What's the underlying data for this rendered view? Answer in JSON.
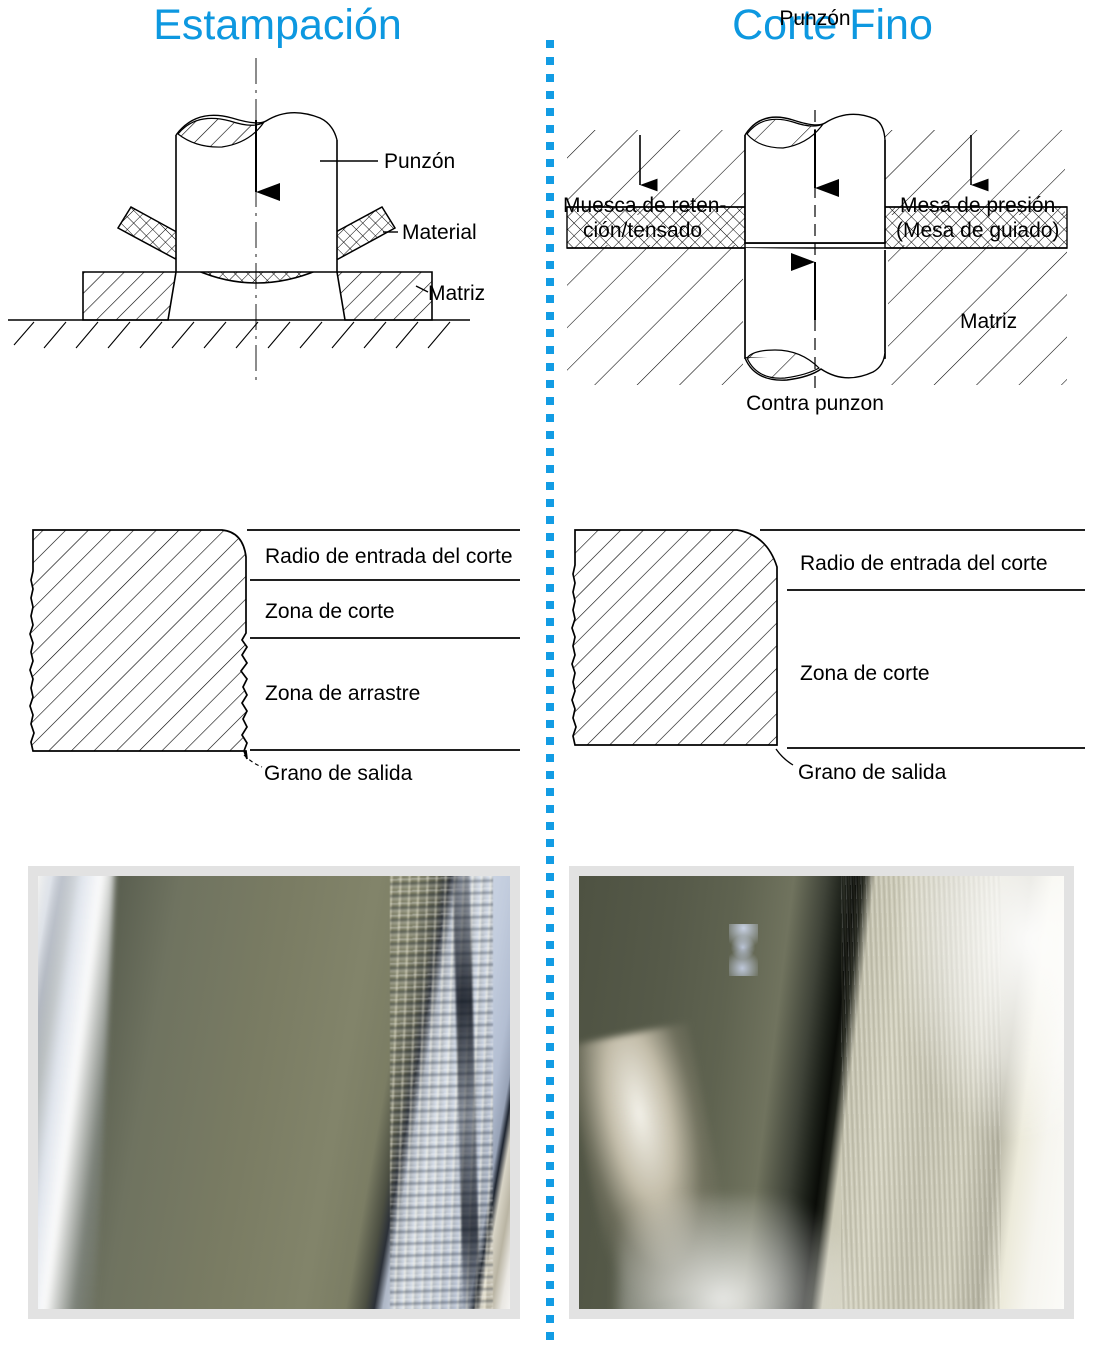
{
  "left": {
    "title": "Estampación",
    "process_diagram": {
      "labels": {
        "punch": "Punzón",
        "material": "Material",
        "die": "Matriz"
      }
    },
    "edge_profile": {
      "zones": [
        "Radio de entrada del corte",
        "Zona de corte",
        "Zona de arrastre"
      ],
      "exit_label": "Grano de salida"
    }
  },
  "right": {
    "title": "Corte Fino",
    "process_diagram": {
      "labels": {
        "punch": "Punzón",
        "vee_ring": "Muesca de reten-\nción/tensado",
        "vee_ring_line1": "Muesca de reten-",
        "vee_ring_line2": "ción/tensado",
        "pressure_pad_line1": "Mesa de presión",
        "pressure_pad_line2": "(Mesa de guiado)",
        "die": "Matriz",
        "counter_punch": "Contra punzon"
      }
    },
    "edge_profile": {
      "zones": [
        "Radio de entrada del corte",
        "Zona de corte"
      ],
      "exit_label": "Grano de salida"
    }
  },
  "colors": {
    "title_blue": "#0d98e0",
    "divider_blue": "#129ce4",
    "line": "#000000",
    "photo_frame": "#e2e2e2"
  }
}
